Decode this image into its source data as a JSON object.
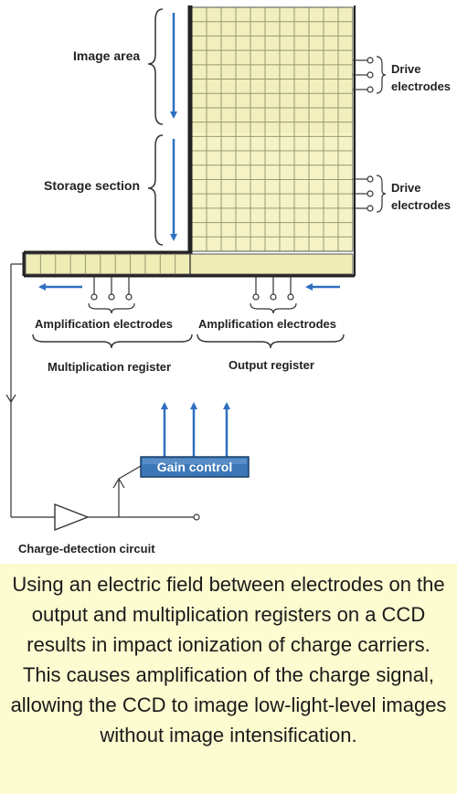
{
  "labels": {
    "image_area": "Image area",
    "storage_section": "Storage section",
    "drive_electrodes_1": "Drive",
    "drive_electrodes_1b": "electrodes",
    "drive_electrodes_2": "Drive",
    "drive_electrodes_2b": "electrodes",
    "amplification_electrodes_left": "Amplification electrodes",
    "amplification_electrodes_right": "Amplification electrodes",
    "multiplication_register": "Multiplication register",
    "output_register": "Output register",
    "gain_control": "Gain control",
    "charge_detection_circuit": "Charge-detection circuit"
  },
  "caption": "Using an electric field between electrodes on the output and multiplication registers on a CCD results in impact ionization of charge carriers. This causes amplification of the charge signal, allowing the CCD to image low-light-level images without image intensification.",
  "colors": {
    "ccd_cell": "#efedb6",
    "grid_line": "#9a9870",
    "arrow_blue": "#2f6fc0",
    "gain_box": "#3c78b8",
    "caption_bg": "#fdfbd0"
  }
}
